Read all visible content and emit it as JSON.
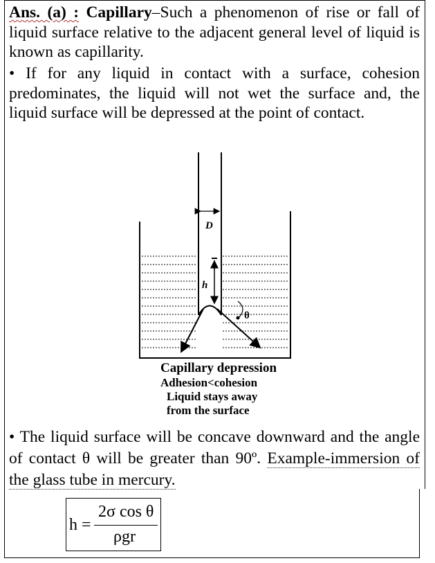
{
  "intro": {
    "ans_label": "Ans. (a) :",
    "term": "Capillary",
    "definition": "–Such a phenomenon of rise or fall of liquid surface relative to the adjacent general level of liquid is known as capillarity."
  },
  "point1": "• If for any liquid in contact with a surface, cohesion predominates, the liquid will not wet the surface and, the liquid surface will be depressed at the point of contact.",
  "diagram": {
    "label_d": "D",
    "label_h": "h",
    "label_theta": "θ",
    "caption_line1": "Capillary depression",
    "caption_line2": "Adhesion<cohesion",
    "caption_line3": "Liquid stays away",
    "caption_line4": "from the surface"
  },
  "point2": {
    "text": "• The liquid surface will be concave downward and the angle of contact θ will be greater than 90º.",
    "example": "Example-immersion of the glass tube in mercury."
  },
  "formula": {
    "lhs": "h =",
    "numerator": "2σ cos θ",
    "denominator": "ρgr"
  }
}
